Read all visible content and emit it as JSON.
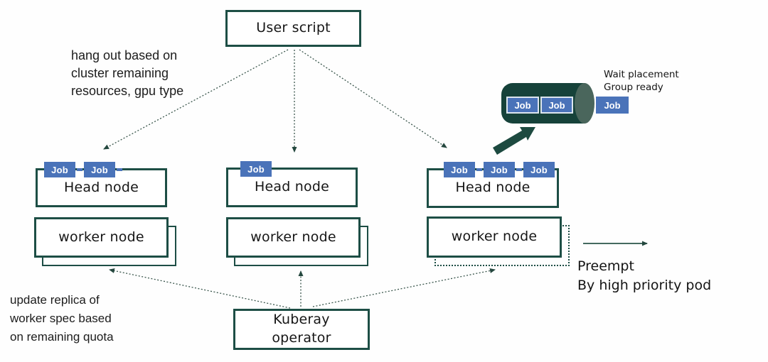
{
  "nodes": {
    "user_script": {
      "label": "User script"
    },
    "head_nodes": [
      {
        "label": "Head node",
        "jobs": [
          "Job",
          "Job"
        ]
      },
      {
        "label": "Head node",
        "jobs": [
          "Job"
        ]
      },
      {
        "label": "Head node",
        "jobs": [
          "Job",
          "Job",
          "Job"
        ]
      }
    ],
    "worker_nodes": [
      {
        "label": "worker node"
      },
      {
        "label": "worker node"
      },
      {
        "label": "worker node"
      }
    ],
    "kuberay_operator": {
      "label": "Kuberay\noperator"
    }
  },
  "placement_group": {
    "queued_jobs": [
      "Job",
      "Job"
    ],
    "incoming_job": "Job",
    "caption": "Wait placement\nGroup ready"
  },
  "annotations": {
    "hang_out": "hang out based on\ncluster remaining\nresources, gpu type",
    "update_replica": "update replica of\nworker spec based\non remaining quota",
    "preempt": "Preempt\nBy high priority pod"
  },
  "colors": {
    "teal_border": "#1d4e45",
    "job_blue": "#4a73b9",
    "cylinder_dark": "#16423a",
    "cylinder_cap": "#4a665c",
    "dotted_arrow": "#3a564c",
    "text": "#1b1b1b"
  }
}
